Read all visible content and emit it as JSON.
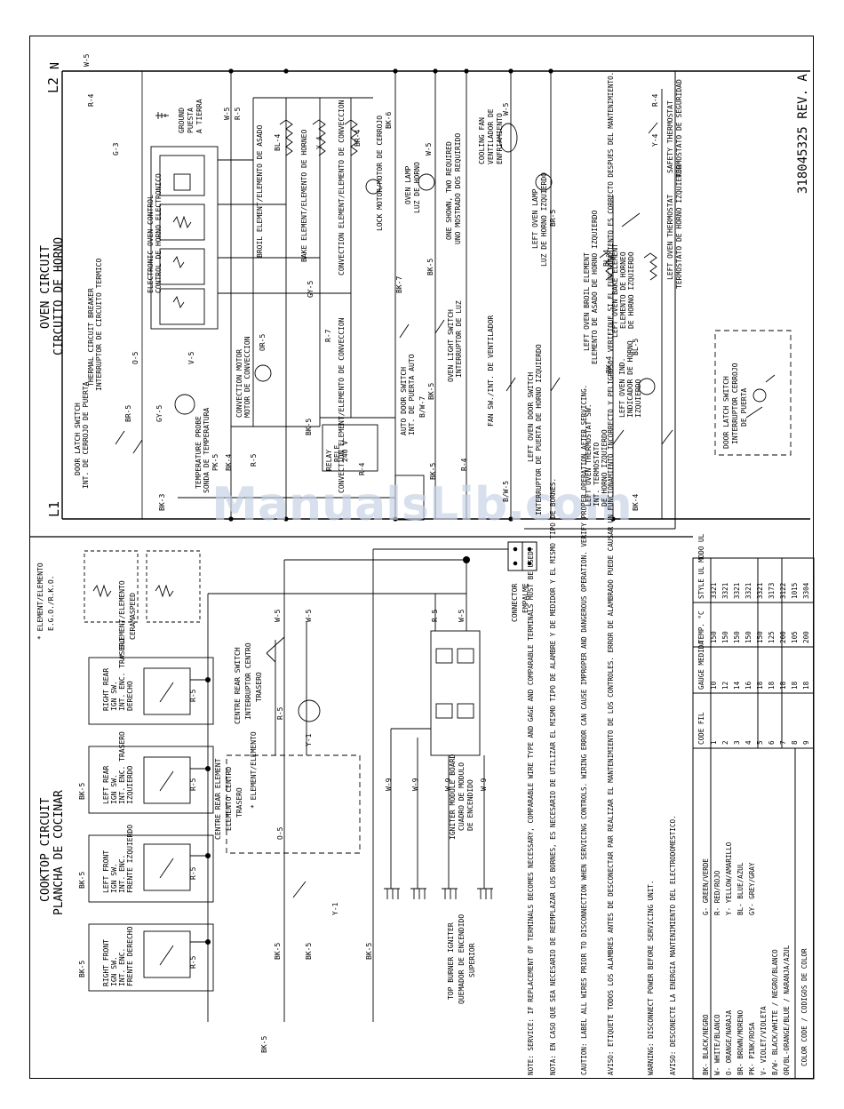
{
  "doc_number": "318045325 REV. A",
  "watermark": "ManualsLib.com",
  "oven": {
    "title": "OVEN CIRCUIT",
    "subtitle": "CIRCUITO DE HORNO",
    "l2": "L2",
    "n": "N",
    "l1": "L1",
    "ground": [
      "GROUND",
      "PUESTA",
      "A TIERRA"
    ],
    "labels": [
      "BROIL ELEMENT/ELEMENTO DE ASADO",
      "BAKE ELEMENT/ELEMENTO DE HORNEO",
      "CONVECTION ELEMENT/ELEMENTO DE CONVECCION",
      "LOCK MOTOR/MOTOR DE CERROJO",
      "OVEN LAMP",
      "LUZ DE HORNO",
      "ONE SHOWN, TWO REQUIRED",
      "UNO MOSTRADO DOS REQUIRIDO",
      "COOLING FAN",
      "VENTILADOR DE",
      "ENFRIAMIENTO",
      "LEFT OVEN LAMP",
      "LUZ DE HORNO IZQUIERDO",
      "SAFETY THERMOSTAT",
      "TERMOSTATO DE SEGURIDAD",
      "LEFT OVEN THERMOSTAT",
      "TERMOSTATO DE HORNO IZQUIERDO",
      "ELECTRONIC OVEN CONTROL",
      "CONTROL DE HORNO ELECTRONICO",
      "CONVECTION ELEMENT/ELEMENTO DE CONVECCION",
      "CONVECTION MOTOR",
      "MOTOR DE CONVECCION",
      "THERMAL CIRCUIT BREAKER",
      "INTERRUPTOR DE CIRCUITO TERMICO",
      "DOOR LATCH SWITCH",
      "INT. DE CERROJO DE PUERTA",
      "TEMPERATURE PROBE",
      "SONDA DE TEMPERATURA",
      "RELAY",
      "RELE",
      "240 V",
      "AUTO DOOR SWITCH",
      "INT. DE PUERTA AUTO",
      "OVEN LIGHT SWITCH",
      "INTERRUPTOR DE LUZ",
      "FAN SW./INT. DE VENTILADOR",
      "LEFT OVEN DOOR SWITCH",
      "INTERRUPTOR DE PUERTA DE HORNO IZQUIERDO",
      "LEFT OVEN THERMOSTAT SW.",
      "INT. TERMOSTATO",
      "DE HORNO IZQUIERDO",
      "LEFT OVEN IND.",
      "INDICADOR DE HORNO",
      "IZQUIERDO",
      "LEFT OVEN BROIL ELEMENT",
      "ELEMENTO DE ASADO DE HORNO IZQUIERDO",
      "LEFT OVEN BAKE ELEMENT",
      "ELEMENTO DE HORNEO",
      "DE HORNO IZQUIERDO",
      "DOOR LATCH SWITCH",
      "INTERRUPTOR CERROJO",
      "DE PUERTA"
    ],
    "wires": [
      "W-5",
      "R-4",
      "W-5",
      "R-5",
      "G-3",
      "BL-4",
      "Y-4",
      "BR-4",
      "BK-6",
      "W-5",
      "BK-5",
      "W-5",
      "BR-5",
      "Y-4",
      "R-4",
      "GY-5",
      "R-7",
      "BK-7",
      "BL-4",
      "BL-5",
      "BK-4",
      "O-5",
      "OR-5",
      "GY-5",
      "BR-5",
      "PK-5",
      "BK-4",
      "R-5",
      "BK-3",
      "R-4",
      "BK-5",
      "B/W-5",
      "BK-5",
      "BK-4",
      "V-5",
      "BK-5",
      "B/W-7",
      "R-4"
    ]
  },
  "cooktop": {
    "title": "COOKTOP CIRCUIT",
    "subtitle": "PLANCHA DE COCINAR",
    "switches": [
      {
        "lines": [
          "RIGHT REAR",
          "IGN SW.",
          "INT. ENC. TRASERO",
          "DERECHO"
        ]
      },
      {
        "lines": [
          "LEFT REAR",
          "IGN SW.",
          "INT. ENC. TRASERO",
          "IZQUIERDO"
        ]
      },
      {
        "lines": [
          "LEFT FRONT",
          "IGN SW.",
          "INT. ENC.",
          "FRENTE IZQUIERDO"
        ]
      },
      {
        "lines": [
          "RIGHT FRONT",
          "IGN SW.",
          "INT. ENC.",
          "FRENTE DERECHO"
        ]
      }
    ],
    "centre_rear_switch": [
      "CENTRE REAR SWITCH",
      "INTERRUPTOR CENTRO",
      "TRASERO"
    ],
    "centre_rear_element": [
      "CENTRE REAR ELEMENT",
      "ELEMENTO CENTRO",
      "TRASERO",
      "* ELEMENT/ELEMENTO"
    ],
    "egos": [
      "* ELEMENT/ELEMENTO",
      "E.G.O./R.K.O."
    ],
    "ceramaspeed": [
      "* ELEMENT/ELEMENTO",
      "CERAMASPEED"
    ],
    "igniter_board": [
      "IGNITER MODULE BOARD",
      "CUADRO DE MODULO",
      "DE ENCENDIDO"
    ],
    "top_igniter": [
      "TOP BURNER IGNITER",
      "QUEMADOR DE ENCENDIDO",
      "SUPERIOR"
    ],
    "connector": [
      "CONNECTOR",
      "EMPALME"
    ],
    "wires": [
      "R-5",
      "R-5",
      "R-5",
      "R-5",
      "BK-5",
      "BK-5",
      "BK-5",
      "BK-5",
      "W-5",
      "W-5",
      "R-5",
      "Y-1",
      "Y-1",
      "O-5",
      "BK-5",
      "BK-5",
      "BK-5",
      "R-5",
      "W-5",
      "W-9",
      "W-9",
      "W-9",
      "W-9"
    ]
  },
  "notes": {
    "service_en": "NOTE: SERVICE: IF REPLACEMENT OF TERMINALS BECOMES NECESSARY, COMPARABLE WIRE TYPE AND GAGE AND COMPARABLE TERMINALS MUST BE USED.",
    "nota_es": "NOTA: EN CASO QUE SEA NECESARIO DE REEMPLAZAR LOS BORNES, ES NECESARIO DE UTILIZAR EL MISMO TIPO DE ALAMBRE Y DE MEDIDOR Y EL MISMO TIPO DE BORNES.",
    "caution_en": "CAUTION: LABEL ALL WIRES PRIOR TO DISCONNECTION WHEN SERVICING CONTROLS. WIRING ERROR CAN CAUSE IMPROPER AND DANGEROUS OPERATION. VERIFY PROPER OPERATION AFTER SERVICING.",
    "aviso1_es": "AVISO: ETIQUETE TODOS LOS ALAMBRES ANTES DE DESCONECTAR PAR REALIZAR EL MANTENIMIENTO DE LOS CONTROLES. ERROR DE ALAMBRADO PUEDE CAUSAR UN FUNCIONAMIENTO INCORRECTO Y PELIGROSO. VERIFIQUE SI EL FUNCIONAMIENTO ES CORRECTO DESPUES DEL MANTENIMIENTO.",
    "warning_en": "WARNING: DISCONNECT POWER BEFORE SERVICING UNIT.",
    "aviso2_es": "AVISO: DESCONECTE LA ENERGIA MANTENIMIENTO DEL ELECTRODOMESTICO."
  },
  "color_code": {
    "title": "COLOR CODE / CODIGOS DE COLOR",
    "rows": [
      [
        "BK- BLACK/NEGRO",
        "G- GREEN/VERDE"
      ],
      [
        "W- WHITE/BLANCO",
        "R- RED/ROJO"
      ],
      [
        "O- ORANGE/NARAJA",
        "Y- YELLOW/AMARILLO"
      ],
      [
        "BR- BROWN/MORENO",
        "BL- BLUE/AZUL"
      ],
      [
        "PK- PINK/ROSA",
        "GY- GREY/GRAY"
      ],
      [
        "V- VIOLET/VIOLETA",
        ""
      ],
      [
        "B/W- BLACK/WHITE / NEGRO/BLANCO",
        ""
      ],
      [
        "OR/BL-ORANGE/BLUE / NARANJA/AZUL",
        ""
      ]
    ]
  },
  "gauge_table": {
    "headers": [
      "CODE FIL",
      "GAUGE MEDIDA",
      "TEMP. °C",
      "STYLE UL MODO UL"
    ],
    "rows": [
      [
        "1",
        "10",
        "150",
        "3321"
      ],
      [
        "2",
        "12",
        "150",
        "3321"
      ],
      [
        "3",
        "14",
        "150",
        "3321"
      ],
      [
        "4",
        "16",
        "150",
        "3321"
      ],
      [
        "5",
        "18",
        "150",
        "3321"
      ],
      [
        "6",
        "18",
        "125",
        "3173"
      ],
      [
        "7",
        "18",
        "200",
        "3122"
      ],
      [
        "8",
        "18",
        "105",
        "1015"
      ],
      [
        "9",
        "18",
        "200",
        "3304"
      ]
    ]
  }
}
